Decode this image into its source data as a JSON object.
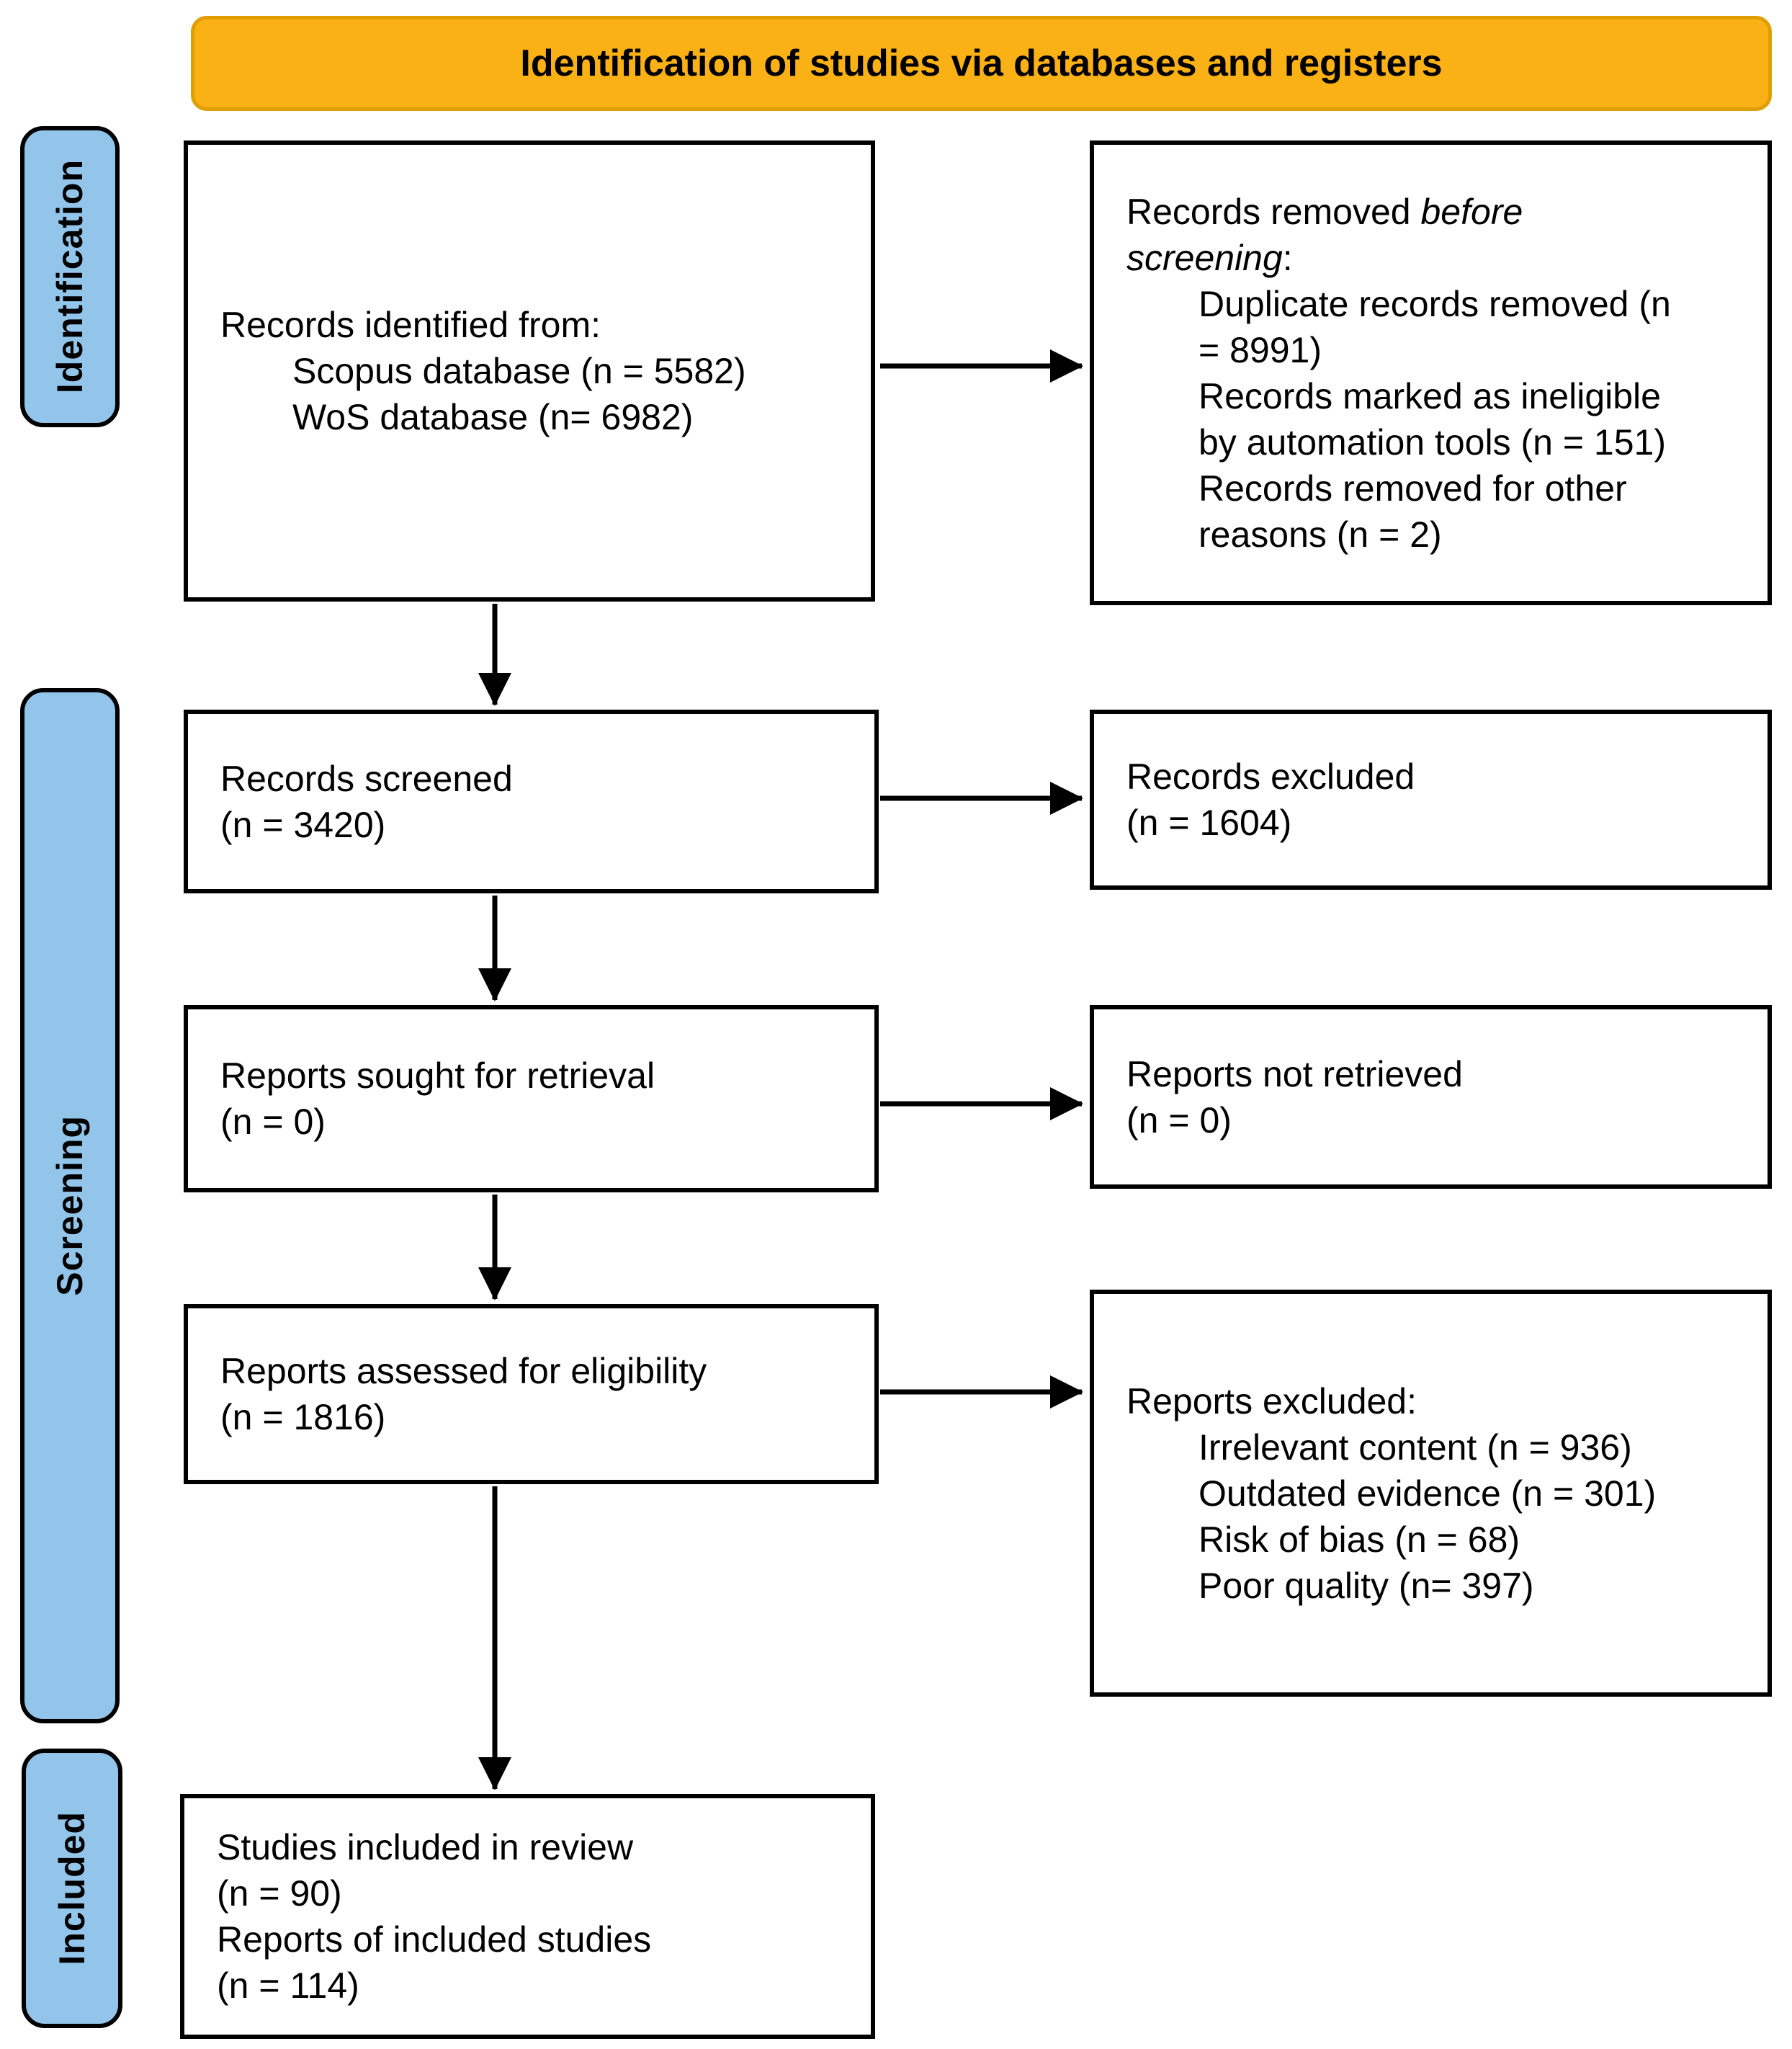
{
  "banner": {
    "title": "Identification of studies via databases and registers"
  },
  "stages": [
    {
      "label": "Identification"
    },
    {
      "label": "Screening"
    },
    {
      "label": "Included"
    }
  ],
  "boxes": {
    "records_identified": {
      "title": "Records identified from:",
      "items": [
        "Scopus database (n = 5582)",
        "WoS database (n= 6982)"
      ]
    },
    "records_removed": {
      "heading_prefix": "Records removed ",
      "heading_italic_line1": "before",
      "heading_italic_line2": "screening",
      "heading_suffix": ":",
      "items": [
        "Duplicate records removed (n = 8991)",
        "Records marked as ineligible by automation tools (n = 151)",
        "Records removed for other reasons (n = 2)"
      ]
    },
    "records_screened": {
      "lines": [
        "Records screened",
        "(n = 3420)"
      ]
    },
    "records_excluded": {
      "lines": [
        "Records excluded",
        "(n = 1604)"
      ]
    },
    "reports_sought": {
      "lines": [
        "Reports sought for retrieval",
        "(n = 0)"
      ]
    },
    "reports_not_retrieved": {
      "lines": [
        "Reports not retrieved",
        "(n = 0)"
      ]
    },
    "reports_assessed": {
      "lines": [
        "Reports assessed for eligibility",
        "(n = 1816)"
      ]
    },
    "reports_excluded": {
      "title": "Reports excluded:",
      "items": [
        "Irrelevant content (n = 936)",
        "Outdated evidence (n = 301)",
        "Risk of bias (n = 68)",
        "Poor quality (n= 397)"
      ]
    },
    "studies_included": {
      "lines": [
        "Studies included in review",
        "(n = 90)",
        "Reports of included studies",
        "(n = 114)"
      ]
    }
  },
  "colors": {
    "banner_bg": "#FAB116",
    "banner_border": "#E09E00",
    "stage_bg": "#92C5E9",
    "box_border": "#000000"
  }
}
